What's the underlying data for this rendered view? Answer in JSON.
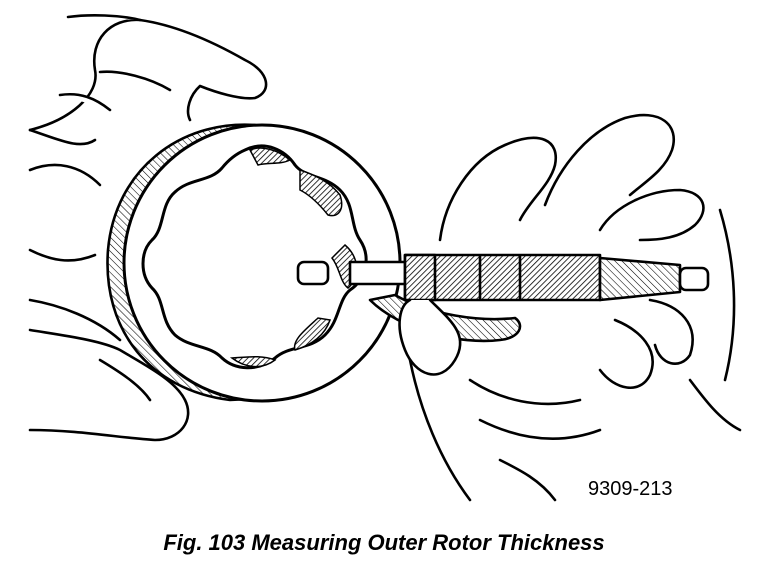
{
  "figure": {
    "reference_code": "9309-213",
    "caption": "Fig. 103 Measuring Outer Rotor Thickness"
  },
  "colors": {
    "ink": "#000000",
    "paper": "#ffffff",
    "shade": "#9a9a9a"
  },
  "icons": {
    "left_hand": "left-hand-illustration",
    "outer_rotor": "outer-rotor-illustration",
    "micrometer": "micrometer-illustration",
    "right_hand": "right-hand-illustration"
  }
}
